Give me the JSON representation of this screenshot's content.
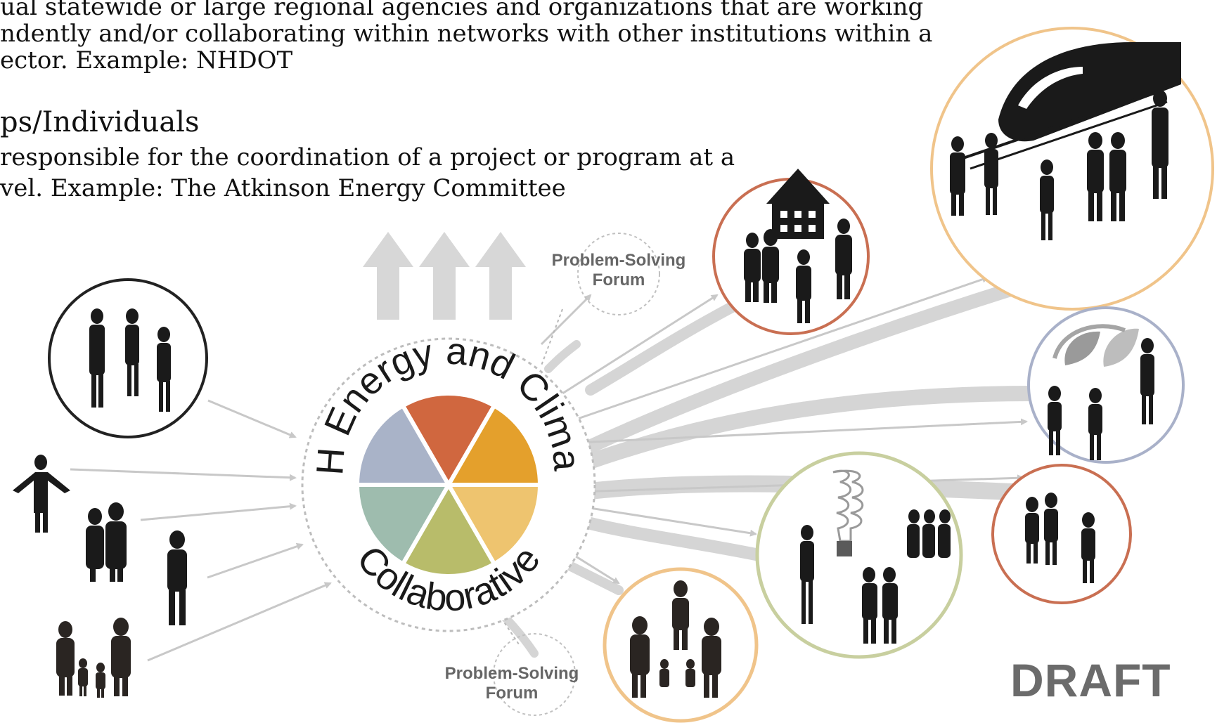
{
  "text_block": {
    "line1": "ual statewide or large regional agencies and organizations that are working",
    "line2": "ndently and/or collaborating within networks with other institutions within a",
    "line3": "ector.  Example: NHDOT",
    "heading": "ps/Individuals",
    "line4": "responsible for the coordination of a project or program at a",
    "line5": "vel.  Example: The Atkinson Energy Committee"
  },
  "center_logo": {
    "arc_top": "NH Energy and Climate",
    "arc_bottom": "Collaborative",
    "slice_colors": [
      "#d0673f",
      "#e4a02c",
      "#eec46f",
      "#b8bc6a",
      "#9ebcae",
      "#a9b3c8"
    ]
  },
  "forums": [
    {
      "line1": "Problem-Solving",
      "line2": "Forum"
    },
    {
      "line1": "Problem-Solving",
      "line2": "Forum"
    }
  ],
  "circles": [
    {
      "name": "individuals-circle",
      "color": "#222222"
    },
    {
      "name": "train-circle",
      "color": "#f0c48a"
    },
    {
      "name": "house-circle",
      "color": "#c96f52"
    },
    {
      "name": "leaf-circle",
      "color": "#a9b1c9"
    },
    {
      "name": "lightbulb-circle",
      "color": "#c8cf9f"
    },
    {
      "name": "community-circle",
      "color": "#c96f52"
    },
    {
      "name": "family-circle",
      "color": "#f0c48a"
    }
  ],
  "draft_label": "DRAFT"
}
